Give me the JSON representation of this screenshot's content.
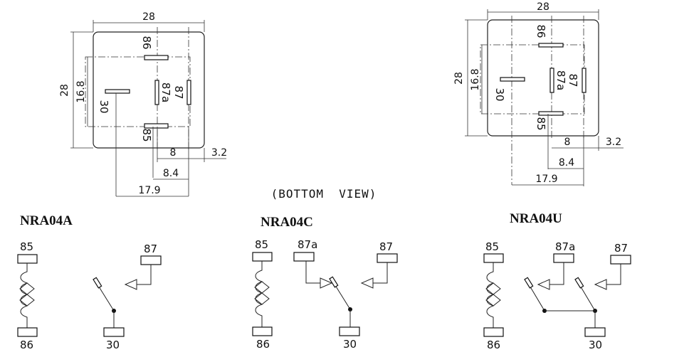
{
  "caption": "(BOTTOM  VIEW)",
  "views": {
    "left": {
      "width": "28",
      "height": "28",
      "inner_height": "16.8",
      "d1": "8",
      "d2": "3.2",
      "d3": "8.4",
      "d4": "17.9",
      "pins": {
        "p86": "86",
        "p85": "85",
        "p87": "87",
        "p87a": "87a",
        "p30": "30"
      }
    },
    "right": {
      "width": "28",
      "height": "28",
      "inner_height": "16.8",
      "d1": "8",
      "d2": "3.2",
      "d3": "8.4",
      "d4": "17.9",
      "pins": {
        "p86": "86",
        "p85": "85",
        "p87": "87",
        "p87a": "87a",
        "p30": "30"
      }
    }
  },
  "schematics": {
    "a": {
      "model": "NRA04A",
      "p85": "85",
      "p86": "86",
      "p87": "87",
      "p30": "30"
    },
    "c": {
      "model": "NRA04C",
      "p85": "85",
      "p86": "86",
      "p87a": "87a",
      "p87": "87",
      "p30": "30"
    },
    "u": {
      "model": "NRA04U",
      "p85": "85",
      "p86": "86",
      "p87a": "87a",
      "p87": "87",
      "p30": "30"
    }
  }
}
